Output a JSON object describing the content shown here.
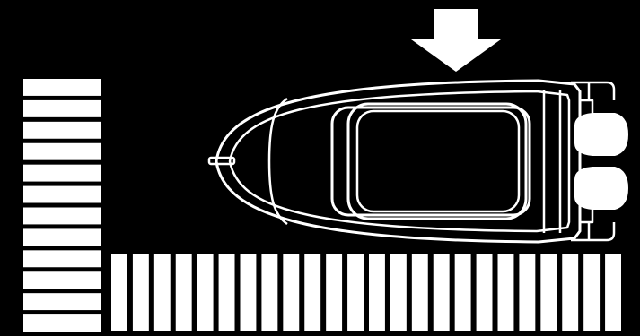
{
  "diagram": {
    "background_color": "#000000",
    "line_color": "#ffffff",
    "fill_color": "#ffffff",
    "dock_vertical": {
      "planks": 12
    },
    "dock_horizontal": {
      "planks": 24
    },
    "boat": {
      "hull_icon": "boat-top-view-icon",
      "outboard_motors": 2
    },
    "arrow": {
      "direction": "down",
      "icon": "arrow-down-icon"
    }
  }
}
